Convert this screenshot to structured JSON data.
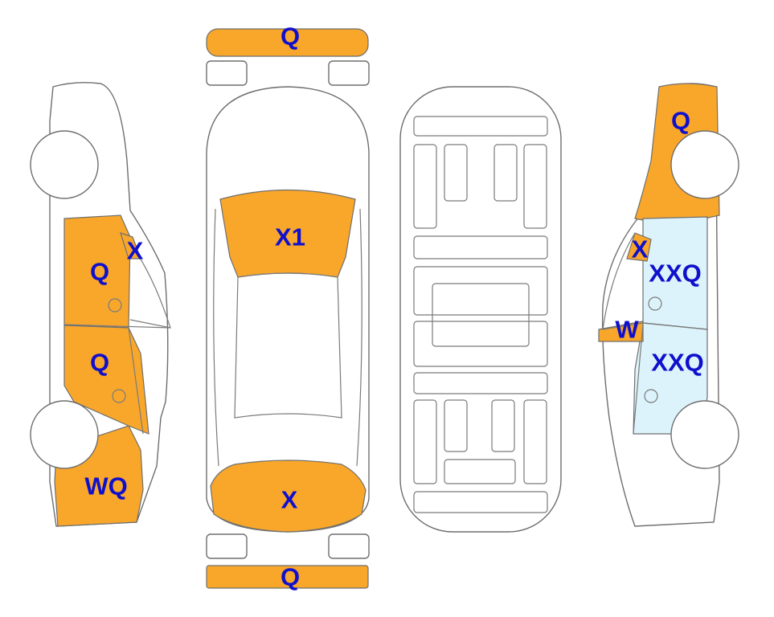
{
  "colors": {
    "damage": "#F9A72B",
    "glass_damage": "#DDF3FB",
    "label": "#1010CC",
    "outline": "#6E6E6E"
  },
  "views": {
    "left_side": {
      "labels": [
        "X",
        "Q",
        "Q",
        "WQ"
      ]
    },
    "top": {
      "labels": [
        "Q",
        "X1",
        "X",
        "Q"
      ]
    },
    "underside": {
      "labels": []
    },
    "right_side": {
      "labels": [
        "Q",
        "X",
        "XXQ",
        "W",
        "XXQ"
      ]
    }
  }
}
